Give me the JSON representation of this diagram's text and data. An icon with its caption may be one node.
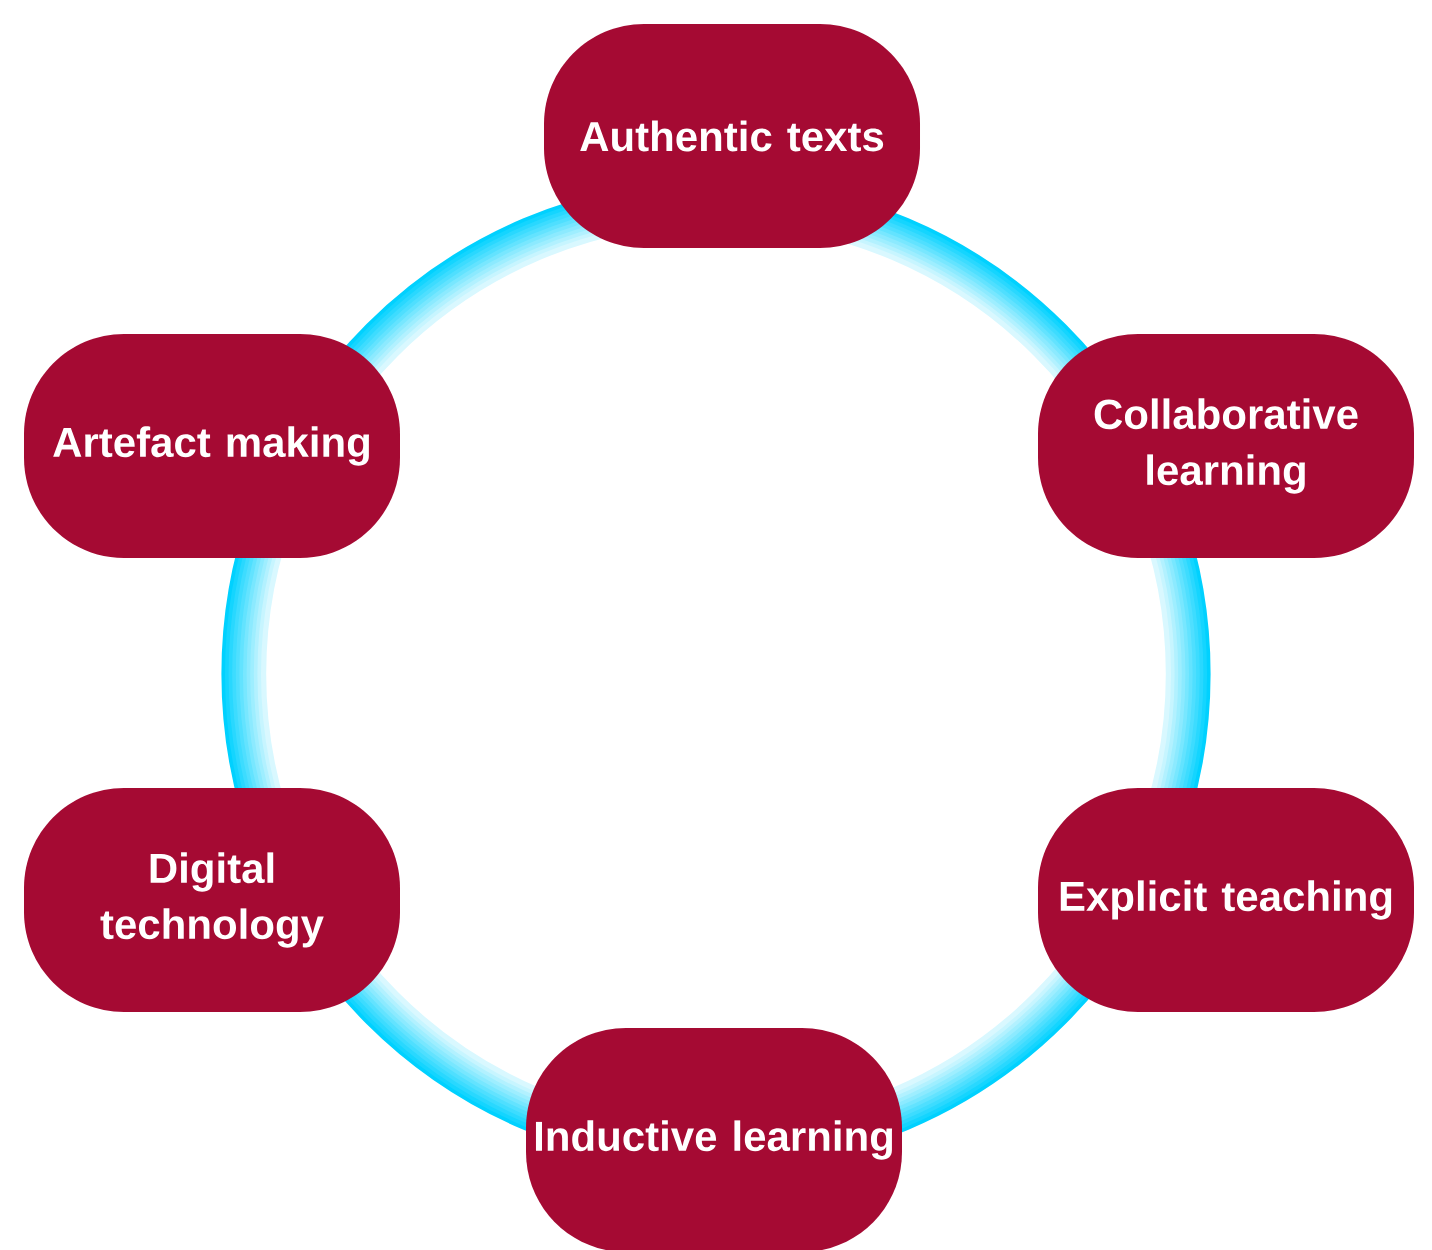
{
  "diagram": {
    "nodes": [
      {
        "text": [
          "Authentic texts"
        ]
      },
      {
        "text": [
          "Artefact making"
        ]
      },
      {
        "text": [
          "Collaborative learning"
        ]
      },
      {
        "text": [
          "Digital technology"
        ]
      },
      {
        "text": [
          "Explicit teaching"
        ]
      },
      {
        "text": [
          "Inductive learning"
        ]
      }
    ]
  }
}
